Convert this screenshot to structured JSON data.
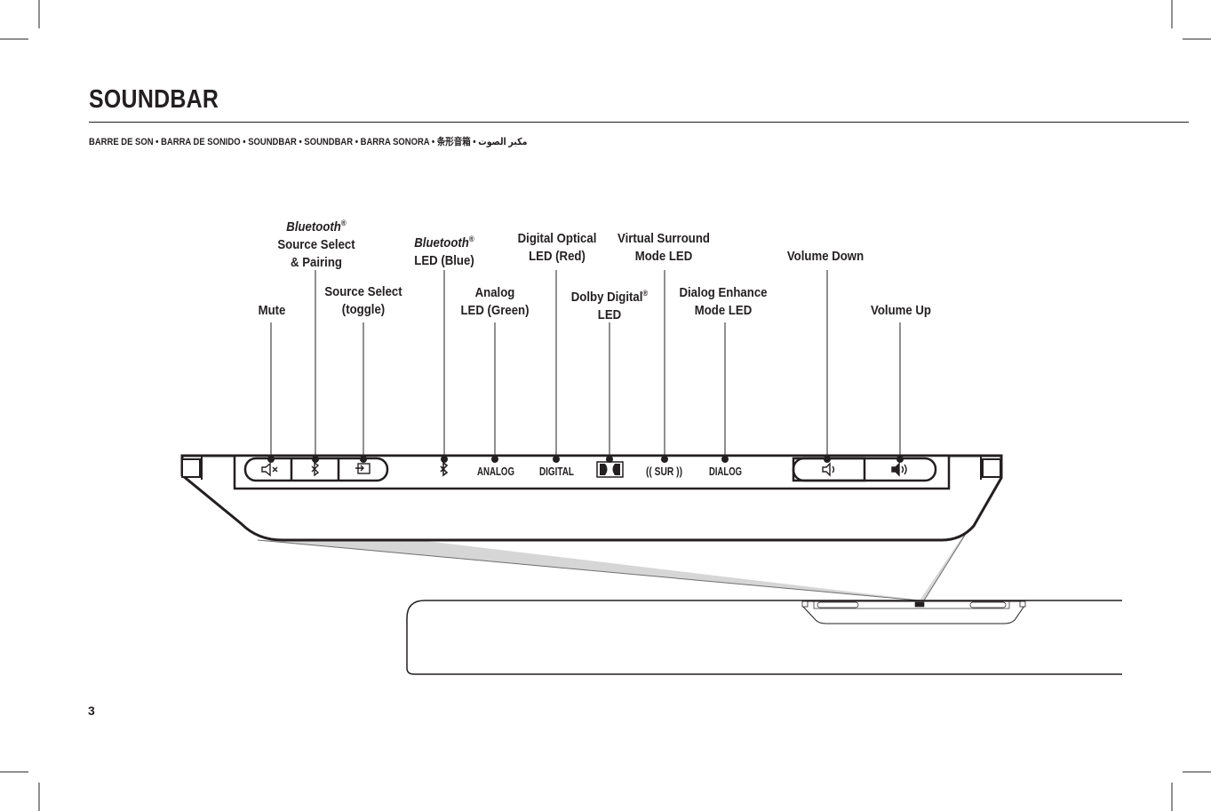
{
  "header": {
    "title": "SOUNDBAR",
    "subtitle": "BARRE DE SON • BARRA DE SONIDO • SOUNDBAR • SOUNDBAR • BARRA SONORA • 条形音箱 •  مكبر الصوت"
  },
  "callouts": {
    "mute": {
      "line1": "Mute"
    },
    "bt_source": {
      "brand": "Bluetooth",
      "mark": "®",
      "line2": "Source Select",
      "line3": "& Pairing"
    },
    "source_toggle": {
      "line1": "Source Select",
      "line2": "(toggle)"
    },
    "bt_led": {
      "brand": "Bluetooth",
      "mark": "®",
      "line2": "LED (Blue)"
    },
    "analog_led": {
      "line1": "Analog",
      "line2": "LED (Green)"
    },
    "digital_led": {
      "line1": "Digital Optical",
      "line2": "LED (Red)"
    },
    "dolby_led": {
      "line1": "Dolby Digital",
      "mark": "®",
      "line2": "LED"
    },
    "surround_led": {
      "line1": "Virtual Surround",
      "line2": "Mode LED"
    },
    "dialog_led": {
      "line1": "Dialog Enhance",
      "line2": "Mode LED"
    },
    "vol_down": {
      "line1": "Volume Down"
    },
    "vol_up": {
      "line1": "Volume Up"
    }
  },
  "panel": {
    "analog": "ANALOG",
    "digital": "DIGITAL",
    "surround": "(( SUR ))",
    "dialog": "DIALOG"
  },
  "icons": [
    "mute-icon",
    "bluetooth-icon",
    "source-input-icon",
    "dolby-icon",
    "volume-down-icon",
    "volume-up-icon"
  ],
  "footer": {
    "page_number": "3"
  }
}
